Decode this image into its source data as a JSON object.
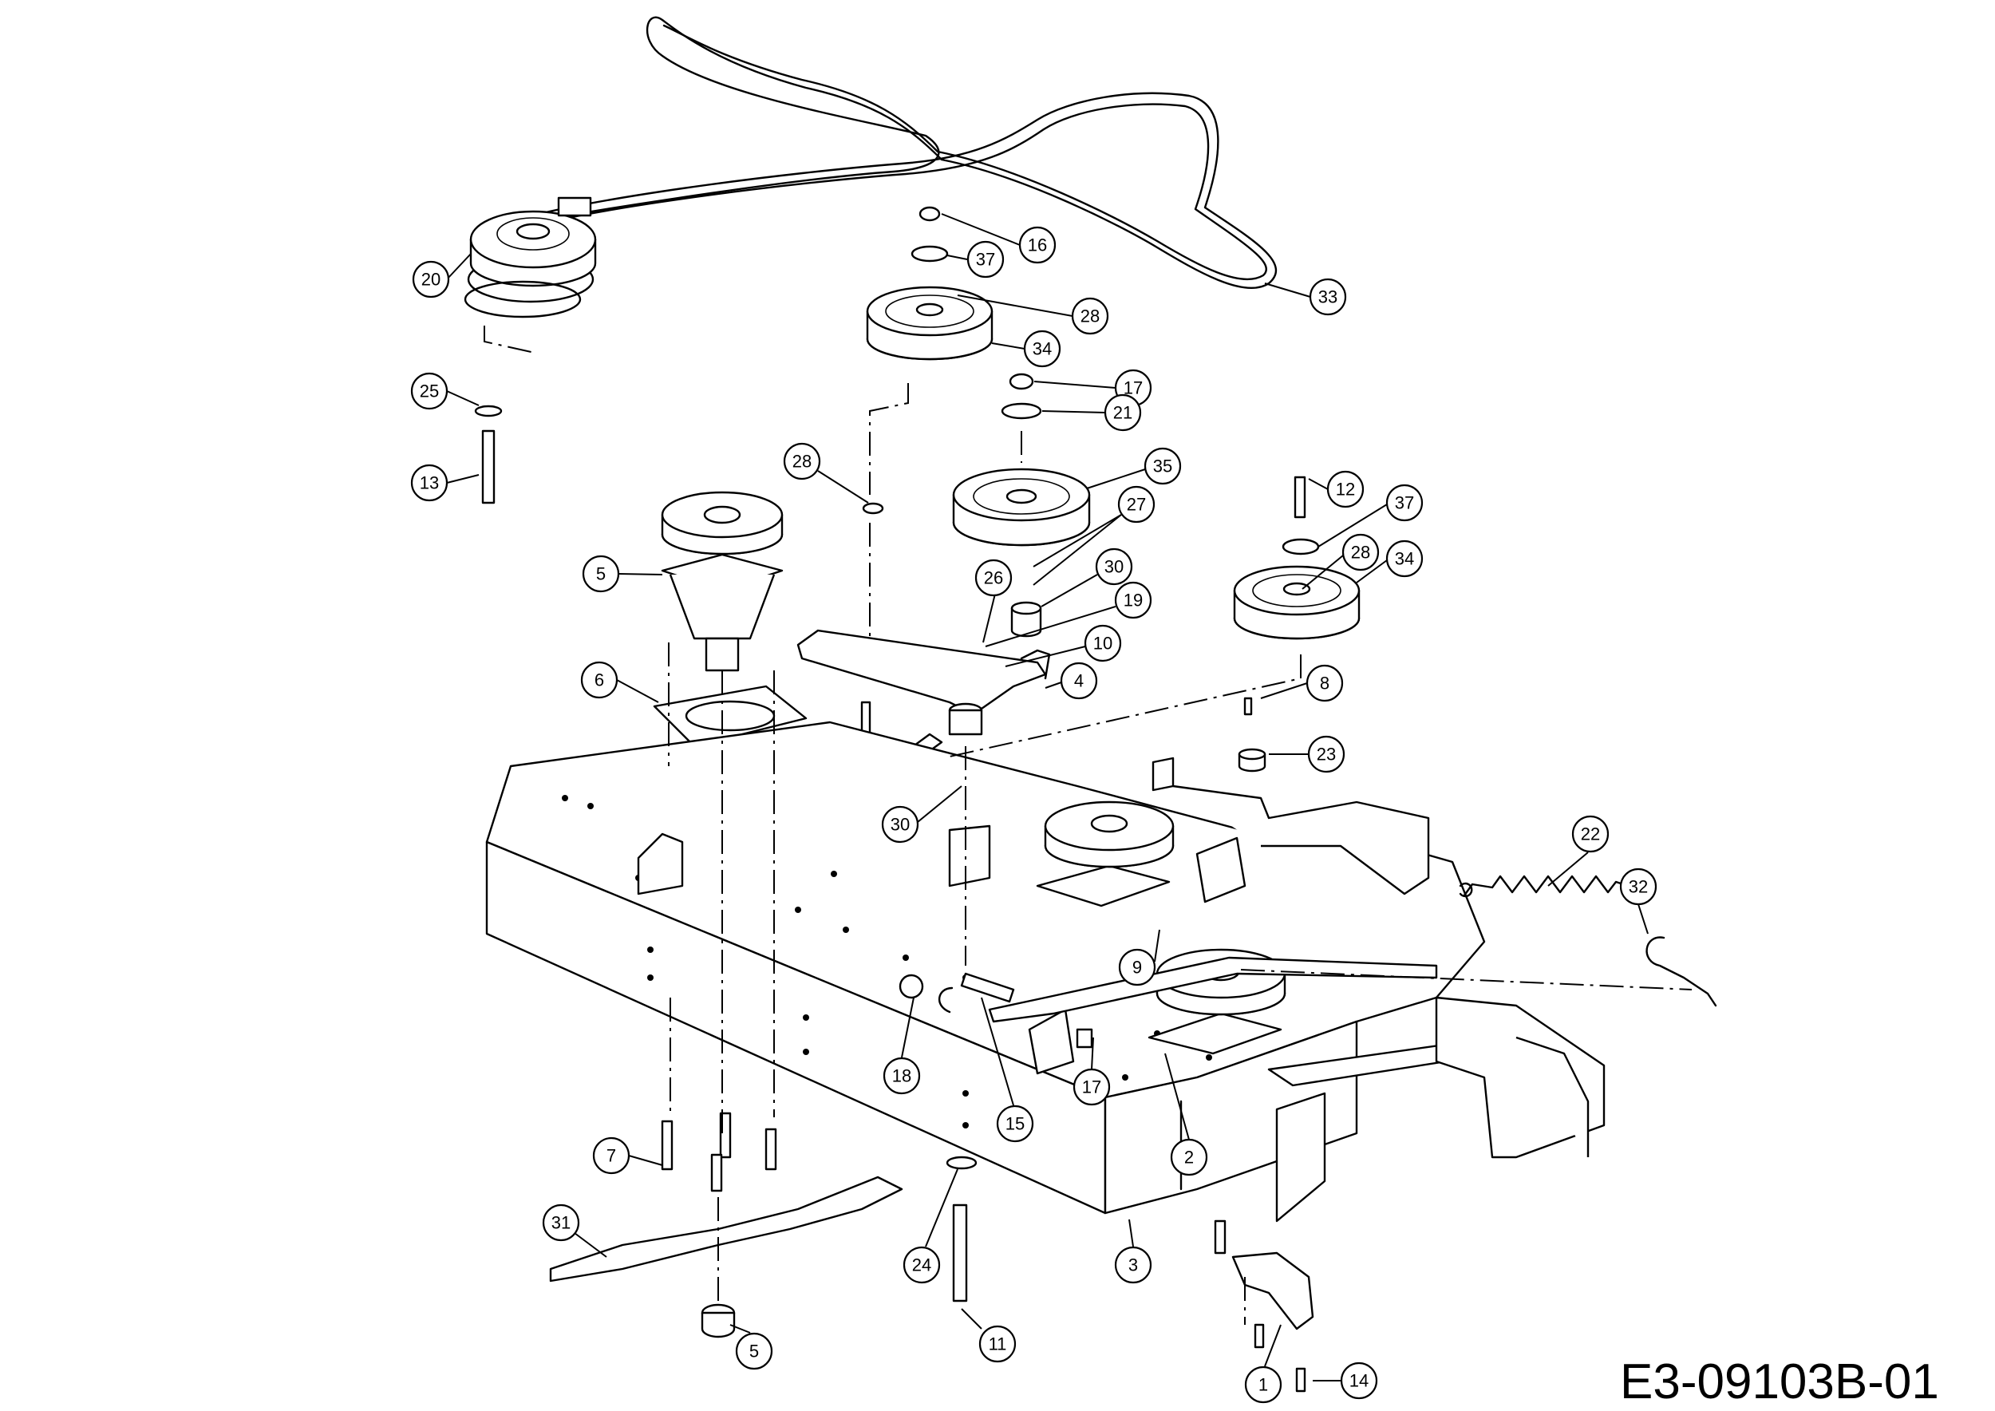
{
  "diagram": {
    "drawing_code": "E3-09103B-01",
    "callouts": [
      {
        "label": "20"
      },
      {
        "label": "25"
      },
      {
        "label": "13"
      },
      {
        "label": "16"
      },
      {
        "label": "37"
      },
      {
        "label": "28"
      },
      {
        "label": "34"
      },
      {
        "label": "33"
      },
      {
        "label": "17"
      },
      {
        "label": "21"
      },
      {
        "label": "28"
      },
      {
        "label": "35"
      },
      {
        "label": "27"
      },
      {
        "label": "26"
      },
      {
        "label": "30"
      },
      {
        "label": "19"
      },
      {
        "label": "10"
      },
      {
        "label": "4"
      },
      {
        "label": "5"
      },
      {
        "label": "6"
      },
      {
        "label": "12"
      },
      {
        "label": "37"
      },
      {
        "label": "28"
      },
      {
        "label": "34"
      },
      {
        "label": "8"
      },
      {
        "label": "23"
      },
      {
        "label": "30"
      },
      {
        "label": "22"
      },
      {
        "label": "32"
      },
      {
        "label": "9"
      },
      {
        "label": "18"
      },
      {
        "label": "15"
      },
      {
        "label": "17"
      },
      {
        "label": "2"
      },
      {
        "label": "7"
      },
      {
        "label": "31"
      },
      {
        "label": "24"
      },
      {
        "label": "3"
      },
      {
        "label": "5"
      },
      {
        "label": "11"
      },
      {
        "label": "1"
      },
      {
        "label": "14"
      }
    ]
  }
}
